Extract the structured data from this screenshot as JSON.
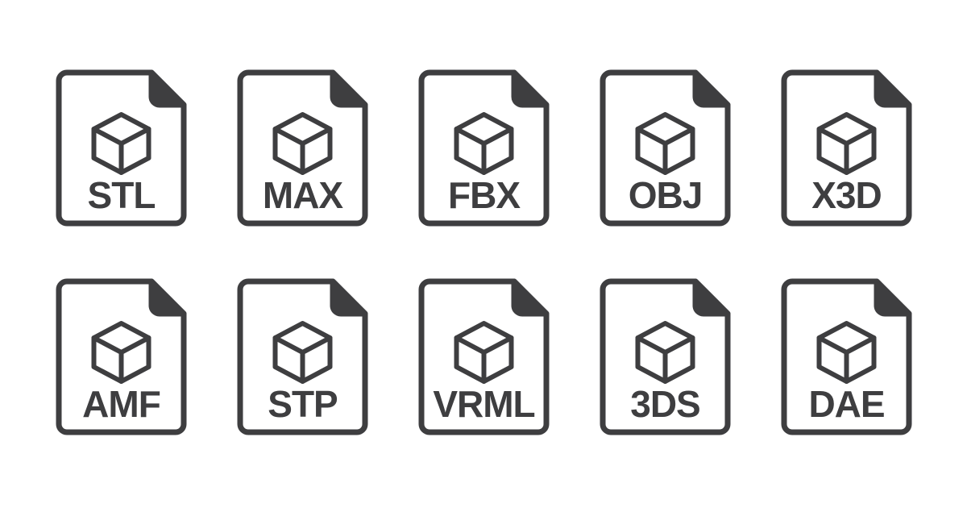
{
  "canvas": {
    "background_color": "#ffffff",
    "icon_color": "#3e3e40"
  },
  "icon_grid": {
    "rows": [
      {
        "items": [
          {
            "label": "STL",
            "icon": "3d-cube-icon"
          },
          {
            "label": "MAX",
            "icon": "3d-cube-icon"
          },
          {
            "label": "FBX",
            "icon": "3d-cube-icon"
          },
          {
            "label": "OBJ",
            "icon": "3d-cube-icon"
          },
          {
            "label": "X3D",
            "icon": "3d-cube-icon"
          }
        ]
      },
      {
        "items": [
          {
            "label": "AMF",
            "icon": "3d-cube-icon"
          },
          {
            "label": "STP",
            "icon": "3d-cube-icon"
          },
          {
            "label": "VRML",
            "icon": "3d-cube-icon"
          },
          {
            "label": "3DS",
            "icon": "3d-cube-icon"
          },
          {
            "label": "DAE",
            "icon": "3d-cube-icon"
          }
        ]
      }
    ]
  }
}
